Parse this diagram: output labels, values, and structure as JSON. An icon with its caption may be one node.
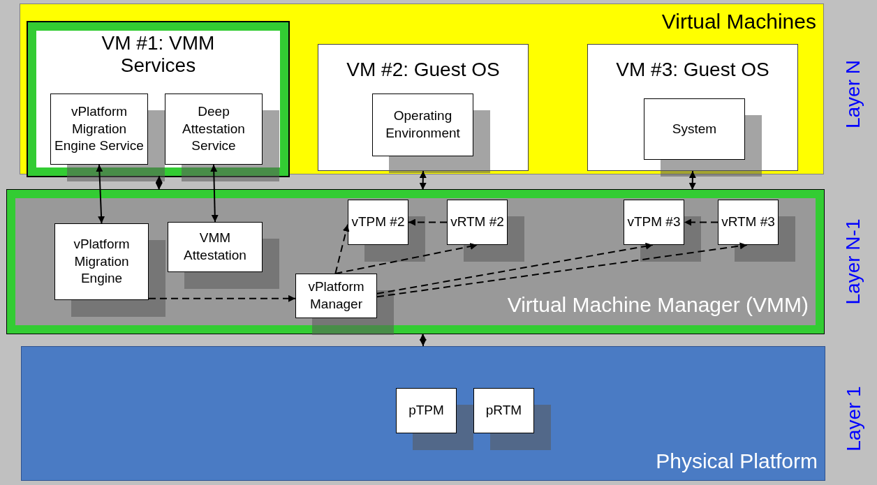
{
  "diagram": {
    "nodes": [
      {
        "text": [
          "Virtual Machines"
        ]
      },
      {
        "text": [
          "VM #1: VMM Services"
        ],
        "in": 0
      },
      {
        "text": [
          "vPlatform Migration Engine Service"
        ],
        "in": 1
      },
      {
        "text": [
          "Deep Attestation Service"
        ],
        "in": 1
      },
      {
        "text": [
          "VM #2: Guest OS"
        ],
        "in": 0
      },
      {
        "text": [
          "Operating Environment"
        ],
        "in": 4
      },
      {
        "text": [
          "VM #3: Guest OS"
        ],
        "in": 0
      },
      {
        "text": [
          "System"
        ],
        "in": 6
      },
      {
        "text": [
          "Virtual Machine Manager (VMM)"
        ]
      },
      {
        "text": [
          "vPlatform Migration Engine"
        ],
        "in": 8
      },
      {
        "text": [
          "VMM Attestation"
        ],
        "in": 8
      },
      {
        "text": [
          "vTPM #2"
        ],
        "in": 8
      },
      {
        "text": [
          "vRTM #2"
        ],
        "in": 8
      },
      {
        "text": [
          "vPlatform Manager"
        ],
        "in": 8
      },
      {
        "text": [
          "vTPM #3"
        ],
        "in": 8
      },
      {
        "text": [
          "vRTM #3"
        ],
        "in": 8
      },
      {
        "text": [
          "Physical Platform"
        ]
      },
      {
        "text": [
          "pTPM"
        ],
        "in": 16
      },
      {
        "text": [
          "pRTM"
        ],
        "in": 16
      }
    ],
    "edges": [
      {
        "from": 2,
        "to": 9,
        "arrow": "both"
      },
      {
        "from": 3,
        "to": 10,
        "arrow": "both"
      },
      {
        "from": 1,
        "to": 8,
        "arrow": "both"
      },
      {
        "from": 4,
        "to": 8,
        "arrow": "both"
      },
      {
        "from": 6,
        "to": 8,
        "arrow": "both"
      },
      {
        "from": 8,
        "to": 16,
        "arrow": "both"
      },
      {
        "from": 9,
        "to": 13,
        "arrow": "to",
        "style": "dashed"
      },
      {
        "from": 13,
        "to": 11,
        "arrow": "to",
        "style": "dashed"
      },
      {
        "from": 13,
        "to": 12,
        "arrow": "to",
        "style": "dashed"
      },
      {
        "from": 12,
        "to": 11,
        "arrow": "to",
        "style": "dashed"
      },
      {
        "from": 13,
        "to": 14,
        "arrow": "to",
        "style": "dashed"
      },
      {
        "from": 13,
        "to": 15,
        "arrow": "to",
        "style": "dashed"
      },
      {
        "from": 15,
        "to": 14,
        "arrow": "to",
        "style": "dashed"
      }
    ],
    "labels": [
      "Layer N",
      "Layer N-1",
      "Layer 1"
    ]
  }
}
